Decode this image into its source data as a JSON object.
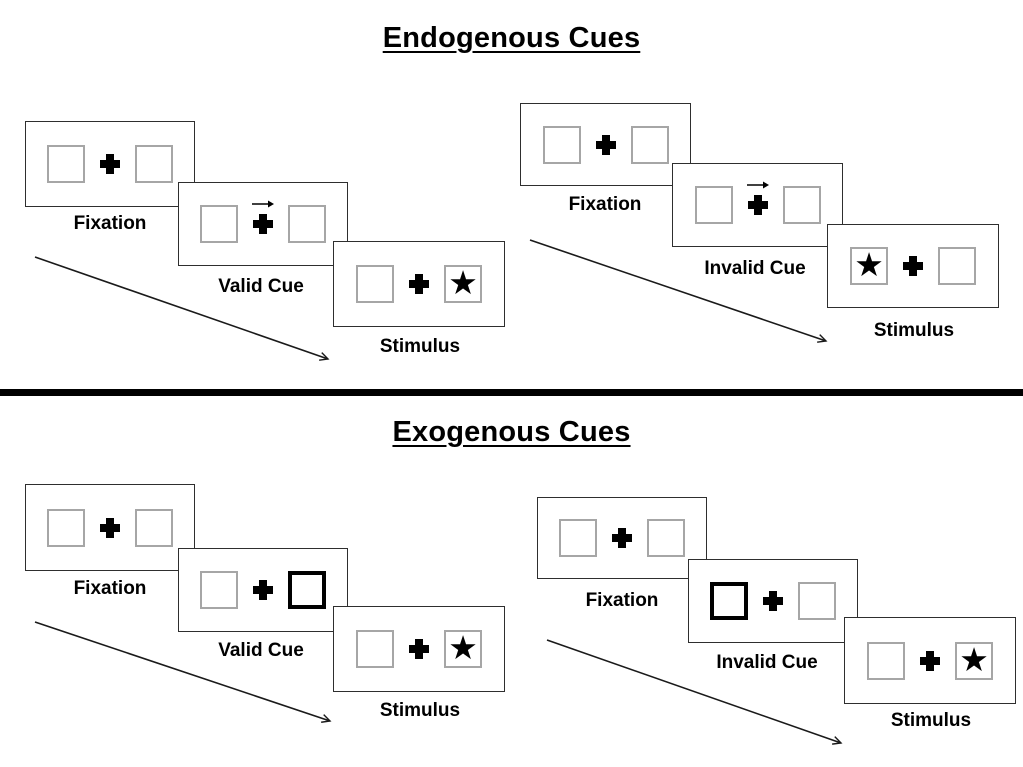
{
  "figure": {
    "kind": "attention-cueing-paradigm-diagram"
  },
  "colors": {
    "background": "#ffffff",
    "ink": "#000000",
    "panel_border": "#2e2e2e",
    "placeholder_square_border": "#a6a6a6",
    "cue_square_border": "#000000",
    "divider": "#000000"
  },
  "icons": {
    "star": "★",
    "fixation_cross": "plus-cross",
    "cue_arrow": "arrow-right"
  },
  "sections": [
    {
      "title": "Endogenous Cues",
      "sequences": [
        {
          "condition": "valid",
          "panels": [
            {
              "label": "Fixation",
              "type": "fixation"
            },
            {
              "label": "Valid Cue",
              "type": "cue",
              "cue_style": "central-arrow-right"
            },
            {
              "label": "Stimulus",
              "type": "stimulus",
              "star_side": "right"
            }
          ]
        },
        {
          "condition": "invalid",
          "panels": [
            {
              "label": "Fixation",
              "type": "fixation"
            },
            {
              "label": "Invalid Cue",
              "type": "cue",
              "cue_style": "central-arrow-right"
            },
            {
              "label": "Stimulus",
              "type": "stimulus",
              "star_side": "left"
            }
          ]
        }
      ]
    },
    {
      "title": "Exogenous Cues",
      "sequences": [
        {
          "condition": "valid",
          "panels": [
            {
              "label": "Fixation",
              "type": "fixation"
            },
            {
              "label": "Valid Cue",
              "type": "cue",
              "cue_style": "peripheral-box-right"
            },
            {
              "label": "Stimulus",
              "type": "stimulus",
              "star_side": "right"
            }
          ]
        },
        {
          "condition": "invalid",
          "panels": [
            {
              "label": "Fixation",
              "type": "fixation"
            },
            {
              "label": "Invalid Cue",
              "type": "cue",
              "cue_style": "peripheral-box-left"
            },
            {
              "label": "Stimulus",
              "type": "stimulus",
              "star_side": "right"
            }
          ]
        }
      ]
    }
  ]
}
